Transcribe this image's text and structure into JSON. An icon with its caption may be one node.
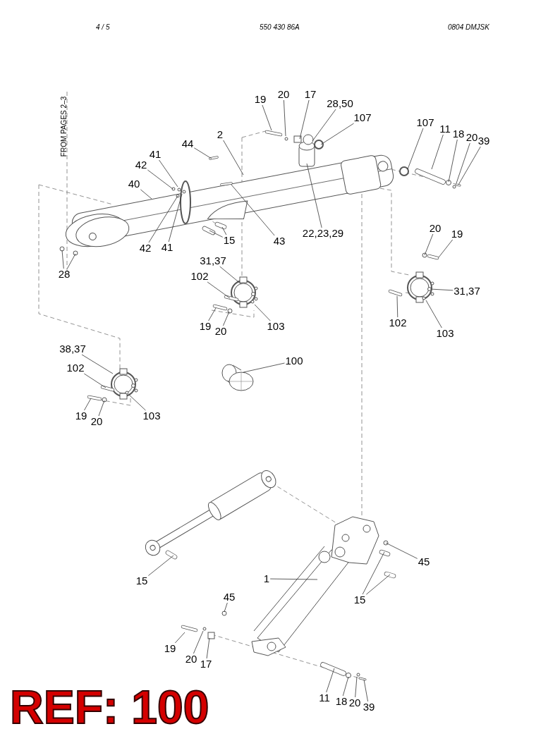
{
  "diagram": {
    "nodes": [
      {
        "text": [
          "19"
        ]
      },
      {
        "text": [
          "20"
        ]
      },
      {
        "text": [
          "17"
        ]
      },
      {
        "text": [
          "28,50"
        ]
      },
      {
        "text": [
          "107"
        ]
      },
      {
        "text": [
          "107"
        ]
      },
      {
        "text": [
          "11"
        ]
      },
      {
        "text": [
          "18"
        ]
      },
      {
        "text": [
          "20"
        ]
      },
      {
        "text": [
          "39"
        ]
      },
      {
        "text": [
          "2"
        ]
      },
      {
        "text": [
          "44"
        ]
      },
      {
        "text": [
          "41"
        ]
      },
      {
        "text": [
          "42"
        ]
      },
      {
        "text": [
          "40"
        ]
      },
      {
        "text": [
          "20"
        ]
      },
      {
        "text": [
          "19"
        ]
      },
      {
        "text": [
          "22,23,29"
        ]
      },
      {
        "text": [
          "15"
        ]
      },
      {
        "text": [
          "43"
        ]
      },
      {
        "text": [
          "42"
        ]
      },
      {
        "text": [
          "41"
        ]
      },
      {
        "text": [
          "31,37"
        ]
      },
      {
        "text": [
          "28"
        ]
      },
      {
        "text": [
          "102"
        ]
      },
      {
        "text": [
          "31,37"
        ]
      },
      {
        "text": [
          "102"
        ]
      },
      {
        "text": [
          "19"
        ]
      },
      {
        "text": [
          "20"
        ]
      },
      {
        "text": [
          "103"
        ]
      },
      {
        "text": [
          "103"
        ]
      },
      {
        "text": [
          "38,37"
        ]
      },
      {
        "text": [
          "100"
        ]
      },
      {
        "text": [
          "102"
        ]
      },
      {
        "text": [
          "19"
        ]
      },
      {
        "text": [
          "20"
        ]
      },
      {
        "text": [
          "103"
        ]
      },
      {
        "text": [
          "45"
        ]
      },
      {
        "text": [
          "1"
        ]
      },
      {
        "text": [
          "15"
        ]
      },
      {
        "text": [
          "15"
        ]
      },
      {
        "text": [
          "45"
        ]
      },
      {
        "text": [
          "19"
        ]
      },
      {
        "text": [
          "20"
        ]
      },
      {
        "text": [
          "17"
        ]
      },
      {
        "text": [
          "11"
        ]
      },
      {
        "text": [
          "18"
        ]
      },
      {
        "text": [
          "20"
        ]
      },
      {
        "text": [
          "39"
        ]
      }
    ],
    "edges": [
      {
        "from": 0,
        "to": null,
        "arrow": "none"
      },
      {
        "from": 1,
        "to": null,
        "arrow": "none"
      },
      {
        "from": 2,
        "to": null,
        "arrow": "none"
      },
      {
        "from": 3,
        "to": null,
        "arrow": "none"
      },
      {
        "from": 4,
        "to": null,
        "arrow": "none"
      },
      {
        "from": 5,
        "to": null,
        "arrow": "none"
      },
      {
        "from": 6,
        "to": null,
        "arrow": "none"
      },
      {
        "from": 7,
        "to": null,
        "arrow": "none"
      },
      {
        "from": 8,
        "to": null,
        "arrow": "none"
      },
      {
        "from": 9,
        "to": null,
        "arrow": "none"
      },
      {
        "from": 10,
        "to": null,
        "arrow": "none"
      },
      {
        "from": 11,
        "to": null,
        "arrow": "none"
      },
      {
        "from": 12,
        "to": null,
        "arrow": "none"
      },
      {
        "from": 13,
        "to": null,
        "arrow": "none"
      },
      {
        "from": 14,
        "to": null,
        "arrow": "none"
      },
      {
        "from": 15,
        "to": null,
        "arrow": "none"
      },
      {
        "from": 16,
        "to": null,
        "arrow": "none"
      },
      {
        "from": 17,
        "to": null,
        "arrow": "none"
      },
      {
        "from": 18,
        "to": null,
        "arrow": "none"
      },
      {
        "from": 18,
        "to": null,
        "arrow": "none"
      },
      {
        "from": 19,
        "to": null,
        "arrow": "none"
      },
      {
        "from": 20,
        "to": null,
        "arrow": "none"
      },
      {
        "from": 21,
        "to": null,
        "arrow": "none"
      },
      {
        "from": 22,
        "to": null,
        "arrow": "none"
      },
      {
        "from": 23,
        "to": null,
        "arrow": "none"
      },
      {
        "from": 23,
        "to": null,
        "arrow": "none"
      },
      {
        "from": 24,
        "to": null,
        "arrow": "none"
      },
      {
        "from": 25,
        "to": null,
        "arrow": "none"
      },
      {
        "from": 26,
        "to": null,
        "arrow": "none"
      },
      {
        "from": 27,
        "to": null,
        "arrow": "none"
      },
      {
        "from": 28,
        "to": null,
        "arrow": "none"
      },
      {
        "from": 29,
        "to": null,
        "arrow": "none"
      },
      {
        "from": 30,
        "to": null,
        "arrow": "none"
      },
      {
        "from": 31,
        "to": null,
        "arrow": "none"
      },
      {
        "from": 32,
        "to": null,
        "arrow": "none"
      },
      {
        "from": 33,
        "to": null,
        "arrow": "none"
      },
      {
        "from": 34,
        "to": null,
        "arrow": "none"
      },
      {
        "from": 35,
        "to": null,
        "arrow": "none"
      },
      {
        "from": 36,
        "to": null,
        "arrow": "none"
      },
      {
        "from": 37,
        "to": null,
        "arrow": "none"
      },
      {
        "from": 38,
        "to": null,
        "arrow": "none"
      },
      {
        "from": 39,
        "to": null,
        "arrow": "none"
      },
      {
        "from": 40,
        "to": null,
        "arrow": "none"
      },
      {
        "from": 40,
        "to": null,
        "arrow": "none"
      },
      {
        "from": 41,
        "to": null,
        "arrow": "none"
      },
      {
        "from": 42,
        "to": null,
        "arrow": "none"
      },
      {
        "from": 43,
        "to": null,
        "arrow": "none"
      },
      {
        "from": 44,
        "to": null,
        "arrow": "none"
      },
      {
        "from": 45,
        "to": null,
        "arrow": "none"
      },
      {
        "from": 46,
        "to": null,
        "arrow": "none"
      },
      {
        "from": 47,
        "to": null,
        "arrow": "none"
      },
      {
        "from": 48,
        "to": null,
        "arrow": "none"
      }
    ],
    "labels": [
      "4 / 5",
      "550 430 86A",
      "0804 DMJSK",
      "FROM PAGES 2–3",
      "REF: 100"
    ]
  }
}
